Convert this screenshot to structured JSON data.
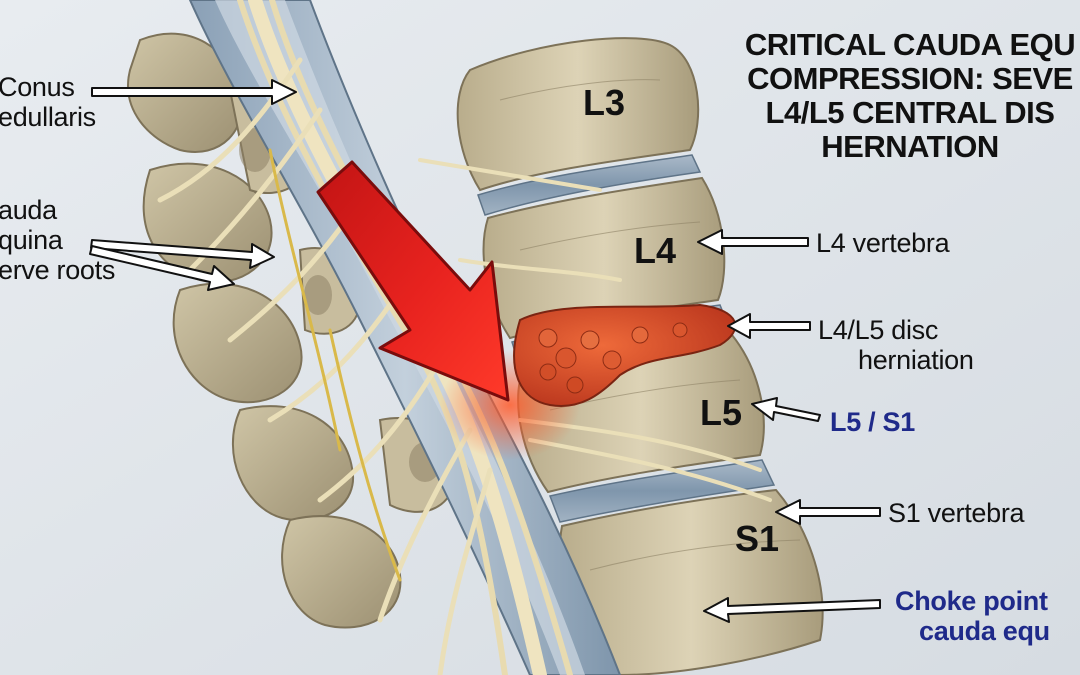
{
  "title": {
    "line1": "CRITICAL CAUDA EQU",
    "line2": "COMPRESSION: SEVE",
    "line3": "L4/L5 CENTRAL DIS",
    "line4": "HERNATION"
  },
  "labels": {
    "conus_line1": "Conus",
    "conus_line2": "edullaris",
    "cauda_line1": "auda",
    "cauda_line2": "quina",
    "cauda_line3": "erve roots",
    "l4_vertebra": "L4 vertebra",
    "disc_line1": "L4/L5 disc",
    "disc_line2": "herniation",
    "level": "L5 / S1",
    "s1_vertebra": "S1 vertebra",
    "choke_line1": "Choke point",
    "choke_line2": "cauda equ"
  },
  "vertebrae": {
    "l3": "L3",
    "l4": "L4",
    "l5": "L5",
    "s1": "S1"
  },
  "colors": {
    "background": "#dfe4e9",
    "bone": "#d8ceb0",
    "disc": "#8fa4b8",
    "nerve": "#efe4c0",
    "herniation": "#d14a2a",
    "alert_arrow": "#e02020",
    "label_blue": "#1f2a8a"
  }
}
